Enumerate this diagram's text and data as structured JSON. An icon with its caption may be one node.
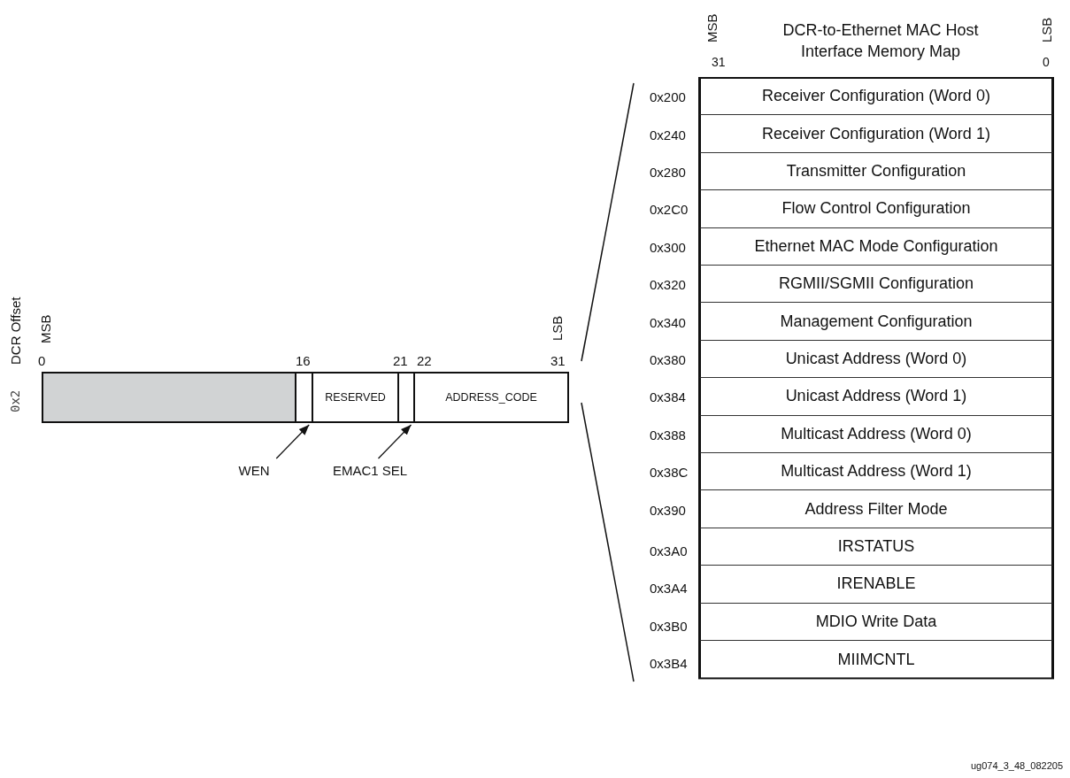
{
  "diagram": {
    "title": "DCR-to-Ethernet MAC Host Interface Memory Map",
    "nodes": [
      {
        "text": [],
        "shape": "box"
      },
      {
        "text": [],
        "shape": "box"
      },
      {
        "text": [
          "RESERVED"
        ]
      },
      {
        "text": [],
        "shape": "box"
      },
      {
        "text": [
          "ADDRESS_CODE"
        ]
      },
      {
        "text": [
          "WEN"
        ]
      },
      {
        "text": [
          "EMAC1 SEL"
        ]
      },
      {
        "text": [
          "Receiver Configuration (Word 0)"
        ],
        "beside": [
          "0x200"
        ]
      },
      {
        "text": [
          "Receiver Configuration (Word 1)"
        ],
        "beside": [
          "0x240"
        ]
      },
      {
        "text": [
          "Transmitter Configuration"
        ],
        "beside": [
          "0x280"
        ]
      },
      {
        "text": [
          "Flow Control Configuration"
        ],
        "beside": [
          "0x2C0"
        ]
      },
      {
        "text": [
          "Ethernet MAC Mode Configuration"
        ],
        "beside": [
          "0x300"
        ]
      },
      {
        "text": [
          "RGMII/SGMII Configuration"
        ],
        "beside": [
          "0x320"
        ]
      },
      {
        "text": [
          "Management Configuration"
        ],
        "beside": [
          "0x340"
        ]
      },
      {
        "text": [
          "Unicast Address (Word 0)"
        ],
        "beside": [
          "0x380"
        ]
      },
      {
        "text": [
          "Unicast Address (Word 1)"
        ],
        "beside": [
          "0x384"
        ]
      },
      {
        "text": [
          "Multicast Address (Word 0)"
        ],
        "beside": [
          "0x388"
        ]
      },
      {
        "text": [
          "Multicast Address (Word 1)"
        ],
        "beside": [
          "0x38C"
        ]
      },
      {
        "text": [
          "Address Filter Mode"
        ],
        "beside": [
          "0x390"
        ]
      },
      {
        "text": [
          "IRSTATUS"
        ],
        "beside": [
          "0x3A0"
        ]
      },
      {
        "text": [
          "IRENABLE"
        ],
        "beside": [
          "0x3A4"
        ]
      },
      {
        "text": [
          "MDIO Write Data"
        ],
        "beside": [
          "0x3B0"
        ]
      },
      {
        "text": [
          "MIIMCNTL"
        ],
        "beside": [
          "0x3B4"
        ]
      }
    ],
    "edges": [
      {
        "from": 5,
        "to": 1,
        "arrow": "to"
      },
      {
        "from": 6,
        "to": 3,
        "arrow": "to"
      }
    ],
    "labels": [
      "DCR Offset",
      "MSB",
      "LSB",
      "0",
      "16",
      "21",
      "22",
      "31",
      "0x2",
      "MSB",
      "LSB",
      "31",
      "0",
      "ug074_3_48_082205"
    ]
  }
}
